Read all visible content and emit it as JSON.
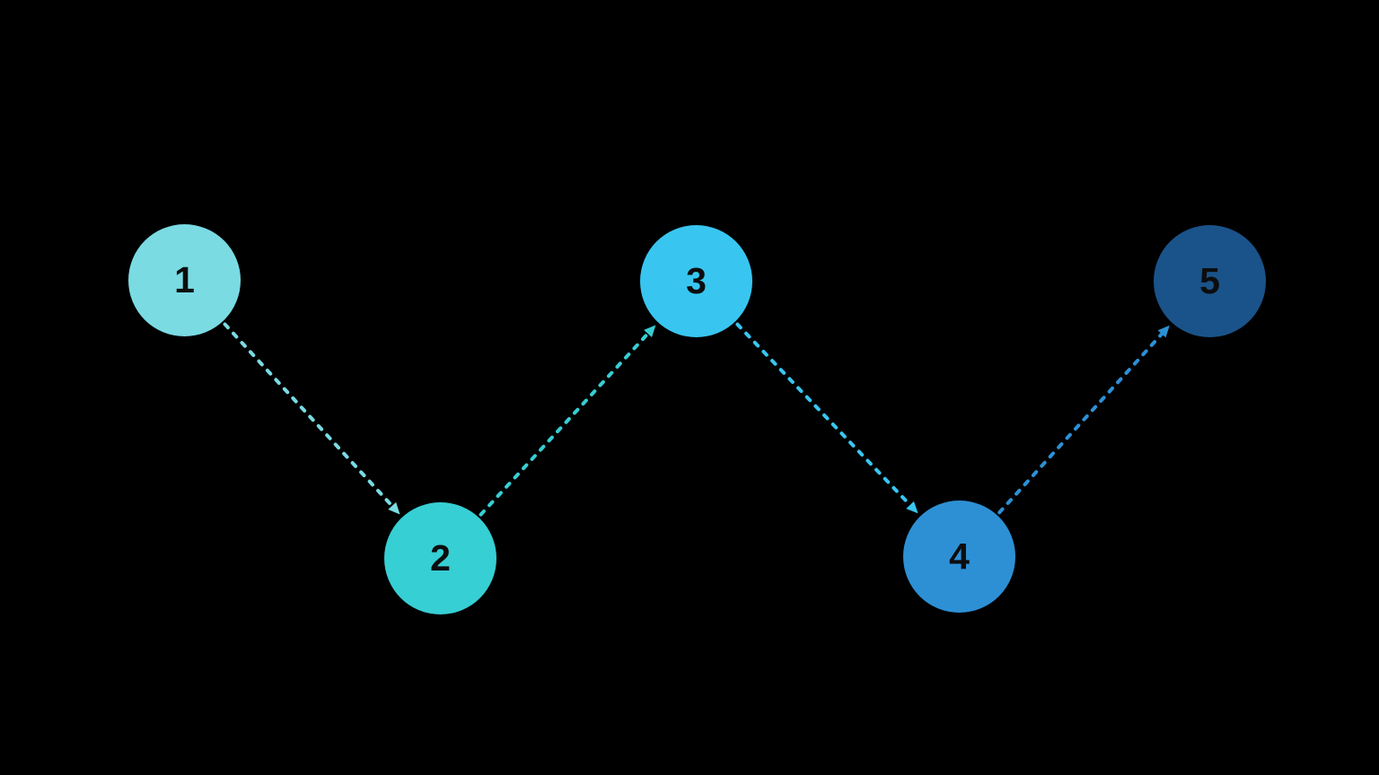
{
  "diagram": {
    "background": "#000000",
    "label_color": "#0c0d0e",
    "nodes": [
      {
        "id": "step-1",
        "label": "1",
        "color": "#7ADBE3"
      },
      {
        "id": "step-2",
        "label": "2",
        "color": "#36CFD4"
      },
      {
        "id": "step-3",
        "label": "3",
        "color": "#38C6F0"
      },
      {
        "id": "step-4",
        "label": "4",
        "color": "#2D90D5"
      },
      {
        "id": "step-5",
        "label": "5",
        "color": "#1A5389"
      }
    ],
    "edges": [
      {
        "from": 0,
        "to": 1,
        "color": "#7ADBE3",
        "style": "dashed-arrow"
      },
      {
        "from": 1,
        "to": 2,
        "color": "#36CFD4",
        "style": "dashed-arrow"
      },
      {
        "from": 2,
        "to": 3,
        "color": "#38C6F0",
        "style": "dashed-arrow"
      },
      {
        "from": 3,
        "to": 4,
        "color": "#2D90D5",
        "style": "dashed-arrow"
      }
    ]
  }
}
